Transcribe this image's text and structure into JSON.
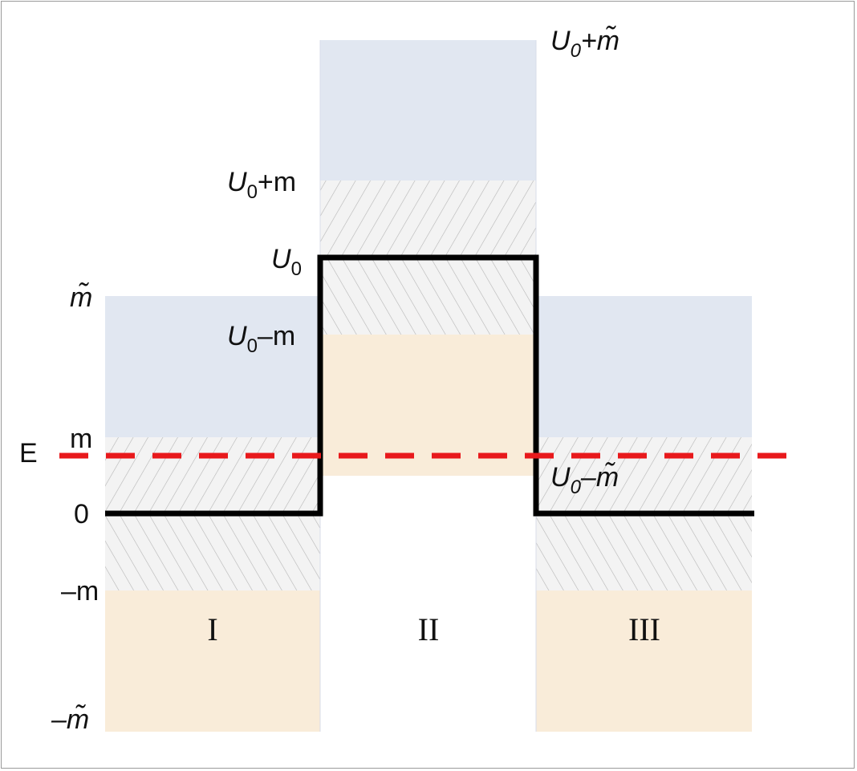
{
  "diagram": {
    "colors": {
      "upper_band": "#e1e7f1",
      "gap_band": "#f2f2f2",
      "hatch": "#bbbbbb",
      "lower_band": "#f9ecd9",
      "potential_line": "#000000",
      "energy_line": "#e8191c"
    },
    "levels": {
      "u0_plus_mtilde": {
        "base": "U",
        "sub": "0",
        "rest": "+m̃"
      },
      "u0_plus_m": {
        "base": "U",
        "sub": "0",
        "rest": "+m"
      },
      "u0": {
        "base": "U",
        "sub": "0"
      },
      "mtilde": "m̃",
      "u0_minus_m": {
        "base": "U",
        "sub": "0",
        "rest": "–m"
      },
      "m": "m",
      "energy": "E",
      "u0_minus_mtilde": {
        "base": "U",
        "sub": "0",
        "rest": "–m̃"
      },
      "zero": "0",
      "minus_m": "–m",
      "minus_mtilde": "–m̃"
    },
    "regions": [
      "I",
      "II",
      "III"
    ]
  }
}
